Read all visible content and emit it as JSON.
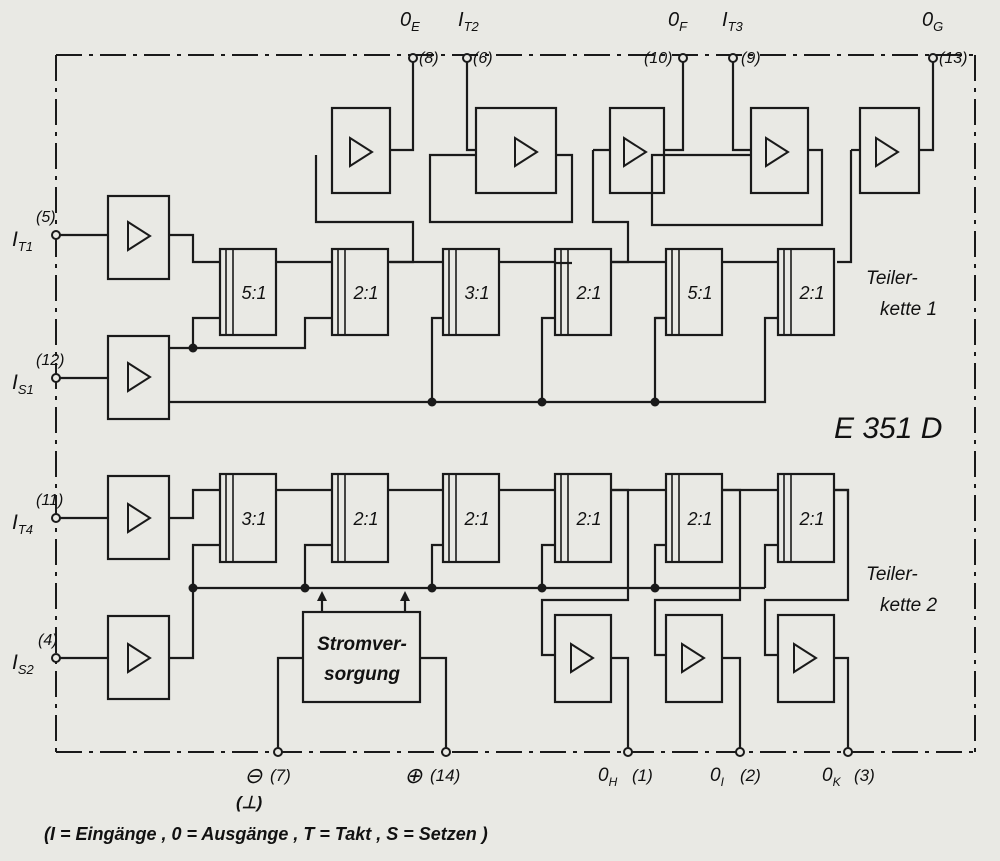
{
  "pins": {
    "oe": {
      "name": "0",
      "sub": "E",
      "num": "(8)"
    },
    "it2": {
      "name": "I",
      "sub": "T2",
      "num": "(6)"
    },
    "of": {
      "name": "0",
      "sub": "F",
      "num": "(10)"
    },
    "it3": {
      "name": "I",
      "sub": "T3",
      "num": "(9)"
    },
    "og": {
      "name": "0",
      "sub": "G",
      "num": "(13)"
    },
    "it1": {
      "name": "I",
      "sub": "T1",
      "num": "(5)"
    },
    "is1": {
      "name": "I",
      "sub": "S1",
      "num": "(12)"
    },
    "it4": {
      "name": "I",
      "sub": "T4",
      "num": "(11)"
    },
    "is2": {
      "name": "I",
      "sub": "S2",
      "num": "(4)"
    },
    "gnd": {
      "symbol": "⊖",
      "num": "(7)",
      "extra": "(⊥)"
    },
    "vcc": {
      "symbol": "⊕",
      "num": "(14)"
    },
    "oh": {
      "name": "0",
      "sub": "H",
      "num": "(1)"
    },
    "oi": {
      "name": "0",
      "sub": "I",
      "num": "(2)"
    },
    "ok": {
      "name": "0",
      "sub": "K",
      "num": "(3)"
    }
  },
  "chain1": {
    "dividers": [
      "5:1",
      "2:1",
      "3:1",
      "2:1",
      "5:1",
      "2:1"
    ],
    "label1": "Teiler-",
    "label2": "kette 1"
  },
  "chain2": {
    "dividers": [
      "3:1",
      "2:1",
      "2:1",
      "2:1",
      "2:1",
      "2:1"
    ],
    "label1": "Teiler-",
    "label2": "kette 2"
  },
  "chip_name": "E 351 D",
  "power": {
    "line1": "Stromver-",
    "line2": "sorgung"
  },
  "legend": "(I = Eingänge ,  0 = Ausgänge ,  T = Takt ,  S = Setzen )"
}
